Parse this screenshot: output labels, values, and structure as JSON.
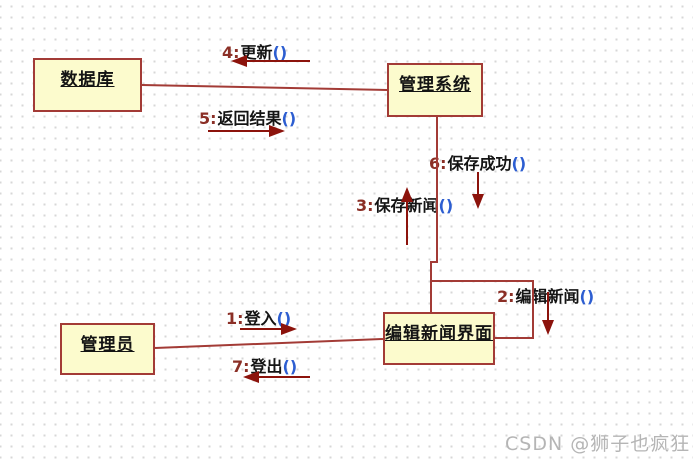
{
  "objects": {
    "database": {
      "label": "数据库"
    },
    "system": {
      "label": "管理系统"
    },
    "admin": {
      "label": "管理员"
    },
    "interface": {
      "label": "编辑新闻界面"
    }
  },
  "messages": {
    "m1": {
      "seq": "1:",
      "name": "登入",
      "parens": "()",
      "direction": "right"
    },
    "m2": {
      "seq": "2:",
      "name": "编辑新闻",
      "parens": "()",
      "direction": "down"
    },
    "m3": {
      "seq": "3:",
      "name": "保存新闻",
      "parens": "()",
      "direction": "up"
    },
    "m4": {
      "seq": "4:",
      "name": "更新",
      "parens": "()",
      "direction": "left"
    },
    "m5": {
      "seq": "5:",
      "name": "返回结果",
      "parens": "()",
      "direction": "right"
    },
    "m6": {
      "seq": "6:",
      "name": "保存成功",
      "parens": "()",
      "direction": "down"
    },
    "m7": {
      "seq": "7:",
      "name": "登出",
      "parens": "()",
      "direction": "left"
    }
  },
  "watermark": "CSDN @狮子也疯狂",
  "colors": {
    "link_line": "#A33B36",
    "box_border": "#A33B36",
    "box_fill": "#FCFBCD",
    "arrow": "#8C130C",
    "seq_number": "#8B2F26",
    "message_name": "#141414",
    "parens": "#2D5ED1",
    "watermark": "#B5B5B5",
    "grid_dot": "#D7D7D7"
  }
}
